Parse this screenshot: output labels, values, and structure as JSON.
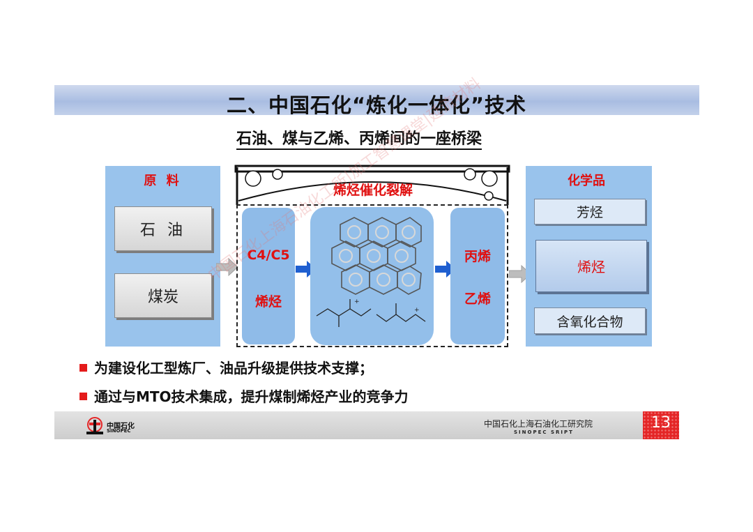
{
  "title": "二、中国石化“炼化一体化”技术",
  "subtitle": "石油、煤与乙烯、丙烯间的一座桥梁",
  "raw_materials": {
    "label": "原 料",
    "items": [
      "石 油",
      "煤炭"
    ]
  },
  "process": {
    "label": "烯烃催化裂解",
    "feed": {
      "line1": "C4/C5",
      "line2": "烯烃"
    },
    "products": {
      "line1": "丙烯",
      "line2": "乙烯"
    }
  },
  "chemicals": {
    "label": "化学品",
    "items": [
      "芳烃",
      "烯烃",
      "含氧化合物"
    ]
  },
  "bullets": [
    "为建设化工型炼厂、油品升级提供技术支撑；",
    "通过与MTO技术集成，提升煤制烯烃产业的竞争力"
  ],
  "footer": {
    "logo_cn": "中国石化",
    "logo_en": "SINOPEC",
    "institute": "中国石化上海石油化工研究院",
    "institute_en": "SINOPEC SRIPT",
    "page_number": "13"
  },
  "watermark": "中国石化上海石油化工所|加工智慧课堂|延流材料",
  "colors": {
    "accent_red": "#e01010",
    "panel_blue": "#99c3ec",
    "arrow_blue": "#1f5fd0",
    "footer_red": "#e42526"
  }
}
